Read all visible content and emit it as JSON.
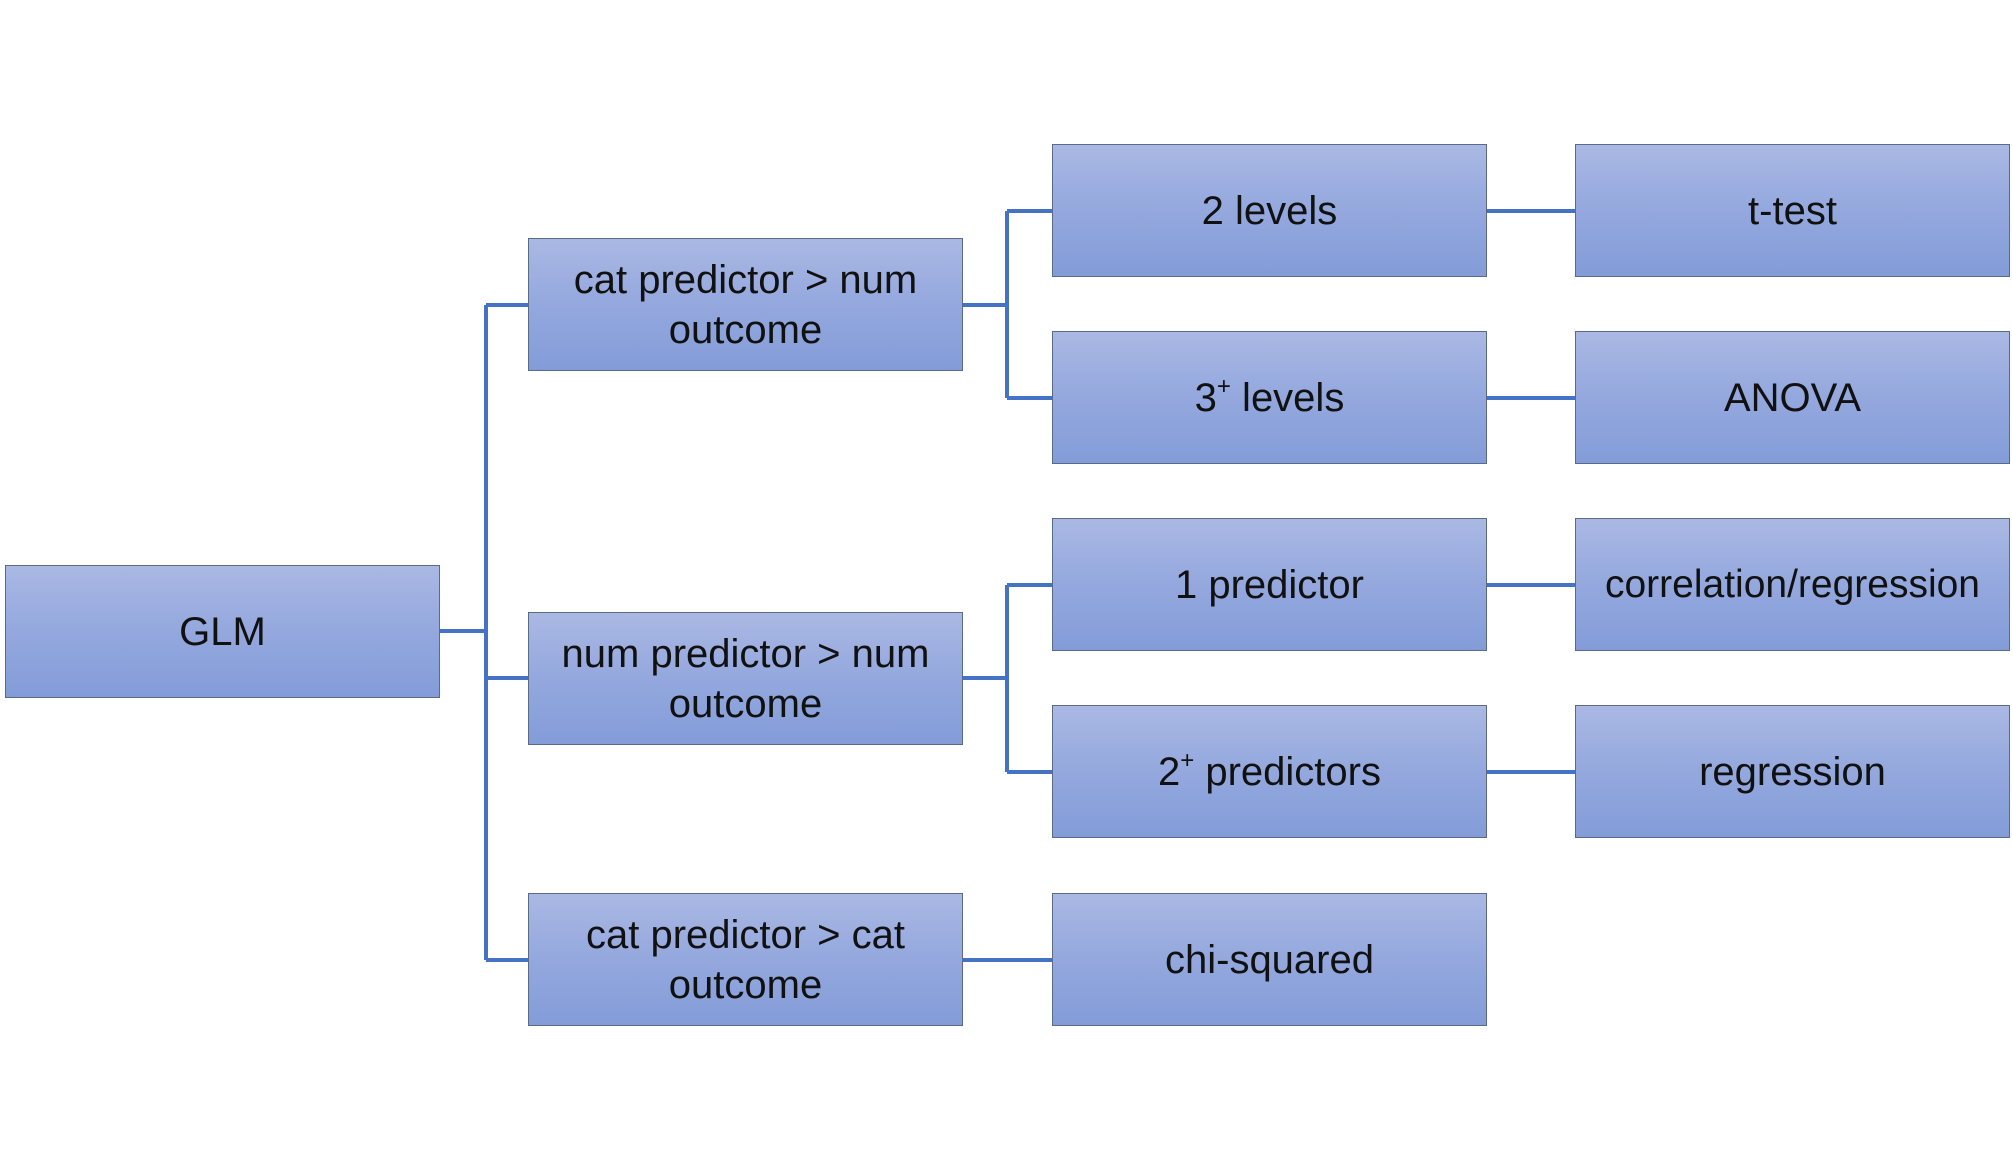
{
  "diagram": {
    "root": {
      "label": "GLM"
    },
    "branches": [
      {
        "label": "cat predictor > num\noutcome",
        "children": [
          {
            "base": "2",
            "sup": "",
            "rest": " levels",
            "result": "t-test"
          },
          {
            "base": "3",
            "sup": "+",
            "rest": " levels",
            "result": "ANOVA"
          }
        ]
      },
      {
        "label": "num predictor > num\noutcome",
        "children": [
          {
            "base": "1",
            "sup": "",
            "rest": " predictor",
            "result": "correlation/regression"
          },
          {
            "base": "2",
            "sup": "+",
            "rest": " predictors",
            "result": "regression"
          }
        ]
      },
      {
        "label": "cat predictor > cat\noutcome",
        "result": "chi-squared"
      }
    ]
  },
  "colors": {
    "connector": "#4472c4",
    "box_fill_top": "#aab8e3",
    "box_fill_bottom": "#839cd8",
    "box_border": "#5a6a8a"
  }
}
